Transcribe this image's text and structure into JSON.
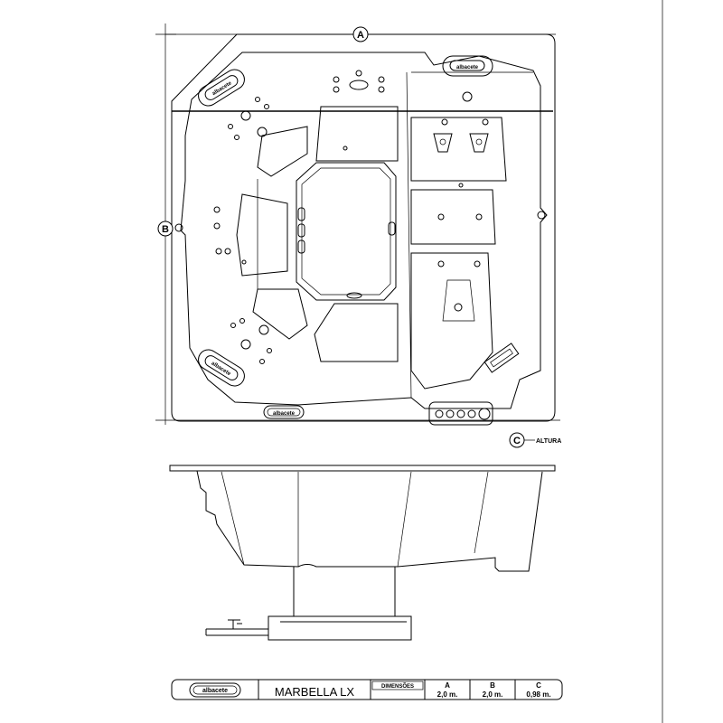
{
  "dimension_markers": {
    "a": "A",
    "b": "B",
    "c": "C",
    "c_caption": "ALTURA"
  },
  "brand_badges": {
    "bottom": "albacete",
    "top_right": "albacete",
    "top_left": "albacete",
    "bottom_left": "albacete",
    "title_block": "albacete"
  },
  "title_block": {
    "model": "MARBELLA LX",
    "dimensions_label": "DIMENSÕES",
    "columns": [
      {
        "letter": "A",
        "value": "2,0 m."
      },
      {
        "letter": "B",
        "value": "2,0 m."
      },
      {
        "letter": "C",
        "value": "0,98 m."
      }
    ]
  }
}
